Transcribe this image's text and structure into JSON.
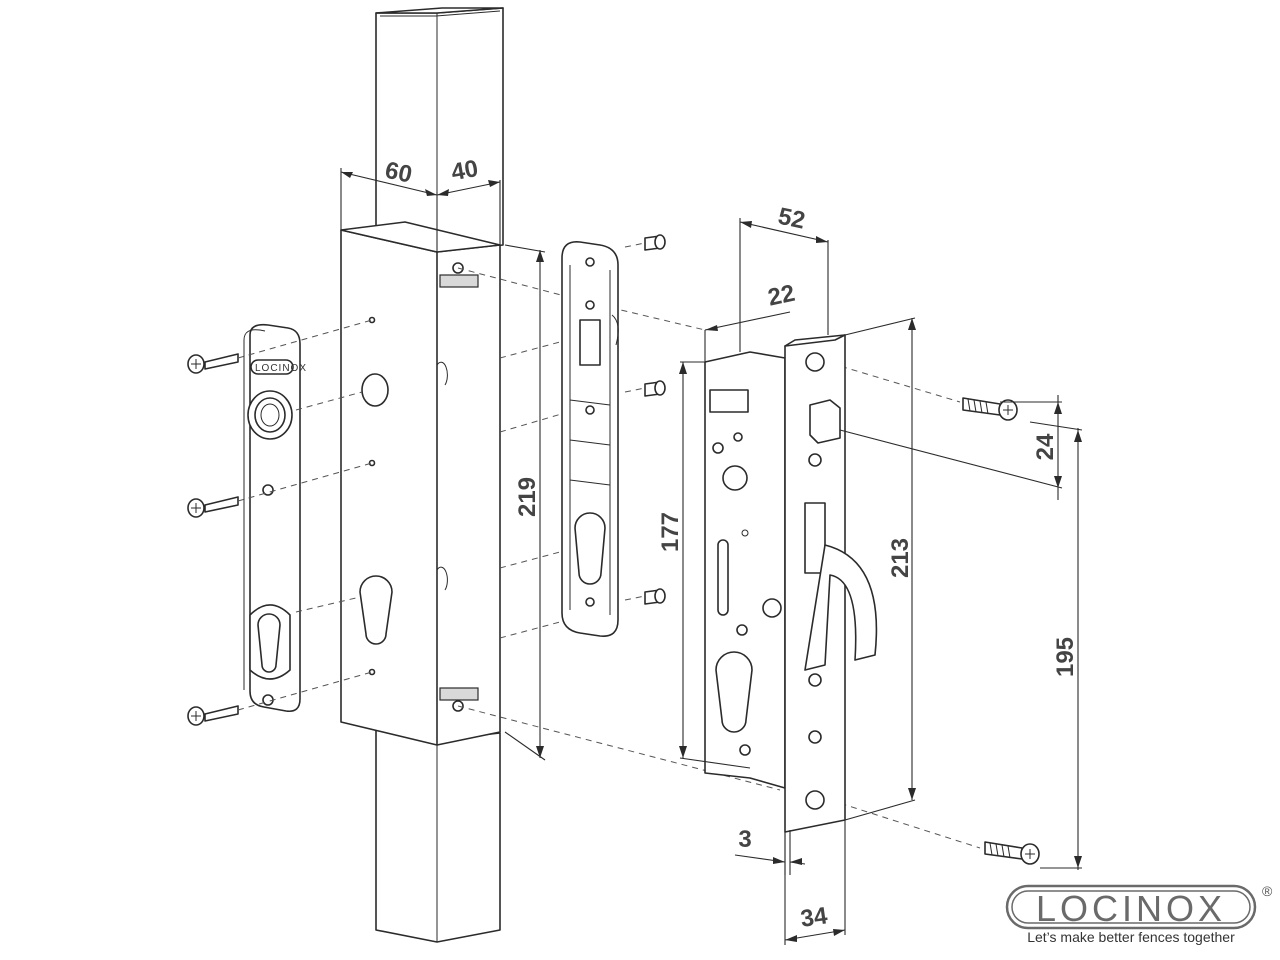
{
  "dimensions": {
    "d60": "60",
    "d40": "40",
    "d52": "52",
    "d22": "22",
    "d219": "219",
    "d177": "177",
    "d213": "213",
    "d24": "24",
    "d195": "195",
    "d3": "3",
    "d34": "34"
  },
  "faceplate_logo": "LOCINOX",
  "brand": {
    "name": "LOCINOX",
    "registered": "®",
    "slogan": "Let’s make better fences together"
  }
}
